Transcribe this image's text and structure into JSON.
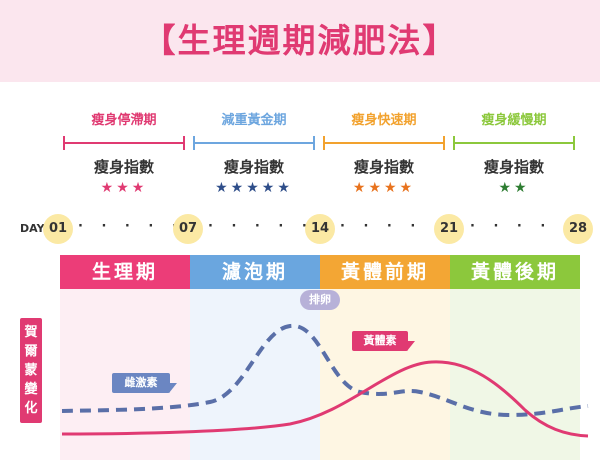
{
  "title": "【生理週期減肥法】",
  "phases": [
    {
      "name": "瘦身停滯期",
      "index_label": "瘦身指數",
      "stars": 3,
      "color": "#e03a72",
      "star_color": "#e03a72"
    },
    {
      "name": "減重黃金期",
      "index_label": "瘦身指數",
      "stars": 5,
      "color": "#6da6df",
      "star_color": "#2f4e8a"
    },
    {
      "name": "瘦身快速期",
      "index_label": "瘦身指數",
      "stars": 4,
      "color": "#f2a22e",
      "star_color": "#e8731e"
    },
    {
      "name": "瘦身緩慢期",
      "index_label": "瘦身指數",
      "stars": 2,
      "color": "#8cc83c",
      "star_color": "#2e7d32"
    }
  ],
  "timeline": {
    "day_label": "DAY",
    "days": [
      "01",
      "07",
      "14",
      "21",
      "28"
    ]
  },
  "periods": [
    {
      "label": "生理期",
      "header_color": "#ec3d78",
      "bg_color": "#fdeef3"
    },
    {
      "label": "濾泡期",
      "header_color": "#6aa6df",
      "bg_color": "#eef4fc"
    },
    {
      "label": "黃體前期",
      "header_color": "#f3a634",
      "bg_color": "#fef6e3"
    },
    {
      "label": "黃體後期",
      "header_color": "#8cc83c",
      "bg_color": "#f0f7e6"
    }
  ],
  "hormone_label": "賀爾蒙變化",
  "curves": {
    "estrogen_label": "雌激素",
    "progesterone_label": "黃體素",
    "ovulation_label": "排卵",
    "estrogen_color": "#5a6fa8",
    "progesterone_color": "#e03a72"
  }
}
